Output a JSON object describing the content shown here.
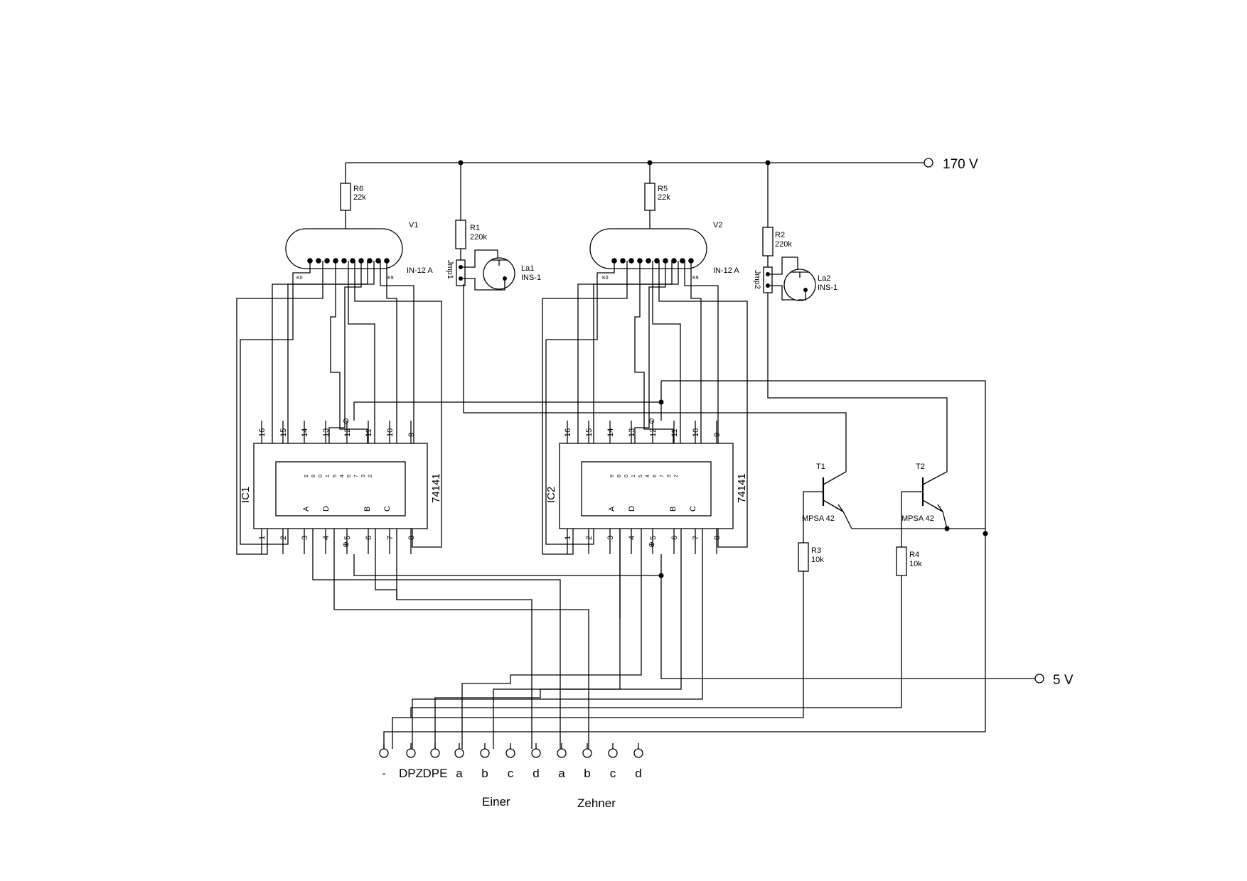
{
  "supply": {
    "hv": "170 V",
    "lv": "5 V"
  },
  "tubes": [
    {
      "ref": "V1",
      "type": "IN-12 A",
      "k_first": "K0",
      "k_last": "K9"
    },
    {
      "ref": "V2",
      "type": "IN-12 A",
      "k_first": "K0",
      "k_last": "K9"
    }
  ],
  "resistors": [
    {
      "ref": "R6",
      "value": "22k"
    },
    {
      "ref": "R1",
      "value": "220k"
    },
    {
      "ref": "R5",
      "value": "22k"
    },
    {
      "ref": "R2",
      "value": "220k"
    },
    {
      "ref": "R3",
      "value": "10k"
    },
    {
      "ref": "R4",
      "value": "10k"
    }
  ],
  "lamps": [
    {
      "ref": "La1",
      "type": "INS-1",
      "jumper": "Jmp1"
    },
    {
      "ref": "La2",
      "type": "INS-1",
      "jumper": "Jmp2"
    }
  ],
  "ics": [
    {
      "ref": "IC1",
      "type": "74141"
    },
    {
      "ref": "IC2",
      "type": "74141"
    }
  ],
  "ic_pins_top": [
    "16",
    "15",
    "14",
    "13",
    "12",
    "11",
    "10",
    "9"
  ],
  "ic_pins_bottom": [
    "1",
    "2",
    "3",
    "4",
    "5",
    "6",
    "7",
    "8"
  ],
  "ic_outputs": [
    "9",
    "8",
    "0",
    "1",
    "5",
    "4",
    "6",
    "7",
    "3",
    "2"
  ],
  "ic_inputs": [
    "A",
    "D",
    "B",
    "C"
  ],
  "ground_symbol": "⊖",
  "vcc_symbol": "⊕",
  "transistors": [
    {
      "ref": "T1",
      "type": "MPSA 42"
    },
    {
      "ref": "T2",
      "type": "MPSA 42"
    }
  ],
  "connector": {
    "pins": [
      "-",
      "DPZ",
      "DPE",
      "a",
      "b",
      "c",
      "d",
      "a",
      "b",
      "c",
      "d"
    ],
    "group_einer": "Einer",
    "group_zehner": "Zehner"
  }
}
